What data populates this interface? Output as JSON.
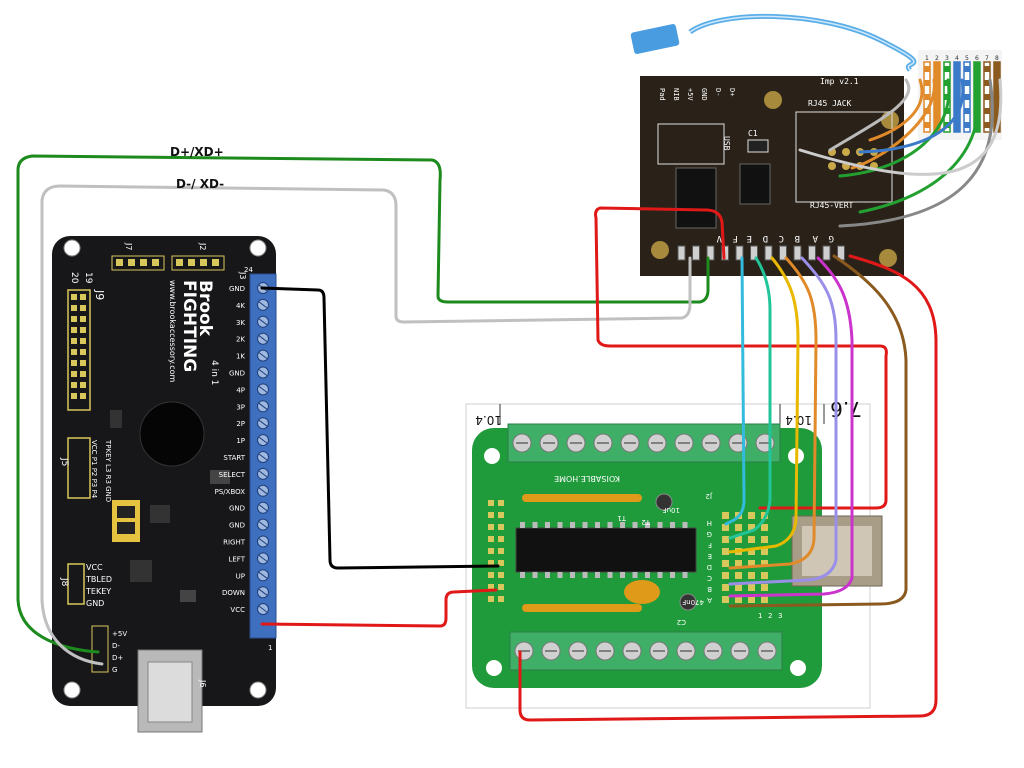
{
  "wire_labels": {
    "green": "D+/XD+",
    "gray": "D-/ XD-"
  },
  "brook_board": {
    "brand_line1": "Brook",
    "brand_line2": "FIGHTING",
    "website": "www.brookaccessory.com",
    "subtitle": "4 in 1",
    "header_labels": [
      "J9",
      "J7",
      "J2",
      "20",
      "19",
      "J5",
      "J8",
      "J3",
      "J6"
    ],
    "pin_labels": [
      "GND",
      "4K",
      "3K",
      "2K",
      "1K",
      "GND",
      "4P",
      "3P",
      "2P",
      "1P",
      "START",
      "SELECT",
      "PS/XBOX",
      "GND",
      "GND",
      "RIGHT",
      "LEFT",
      "UP",
      "DOWN",
      "VCC"
    ],
    "pin_numbers": [
      "24",
      "1"
    ],
    "side_labels": [
      "VCC P1 P2 P3 P4",
      "TPKEY L3 R3 GND",
      "VCC",
      "TBLED",
      "TEKEY",
      "GND"
    ],
    "mini_labels": [
      "+5V",
      "D-",
      "D+",
      "G"
    ]
  },
  "imp_board": {
    "title": "Imp v2.1",
    "jack_label": "RJ45 JACK",
    "jack_ref": "RJ45-VERT",
    "cap_label": "C1",
    "usb_label": "USB",
    "top_labels": [
      "Pad",
      "NIB",
      "+5V",
      "GND",
      "D-",
      "D+"
    ],
    "pin_letters": [
      "V",
      "F",
      "E",
      "D",
      "C",
      "B",
      "A",
      "G"
    ],
    "cable_pin_numbers": [
      "1",
      "2",
      "3",
      "4",
      "5",
      "6",
      "7",
      "8"
    ]
  },
  "kit_board": {
    "brand": "KOISABLE.HOME",
    "side_letters": [
      "A",
      "B",
      "C",
      "D",
      "E",
      "F",
      "G",
      "H"
    ],
    "part_labels": [
      "T2",
      "T1",
      "C2",
      "10uF",
      "J2",
      "470nF"
    ],
    "corner_numbers": [
      "1",
      "2",
      "3"
    ]
  },
  "dimensions": {
    "left": "10.4",
    "right": "10.4",
    "height": "7.6"
  },
  "colors": {
    "wire_green": "#1c8a1c",
    "wire_gray": "#bcbcbc",
    "wire_red": "#e01818",
    "wire_black": "#000000",
    "wire_cyan": "#33bbdd",
    "wire_teal": "#22c59a",
    "wire_yellow": "#e8b900",
    "wire_orange": "#e08a2a",
    "wire_lavender": "#9a8fe8",
    "wire_magenta": "#cc33cc",
    "wire_brown": "#8a5a1e",
    "pcb_black": "#17171a",
    "pcb_imp": "#2a2219",
    "pcb_green": "#1f9b3c",
    "terminal_blue": "#3f6fbf",
    "terminal_green": "#3fae66"
  }
}
